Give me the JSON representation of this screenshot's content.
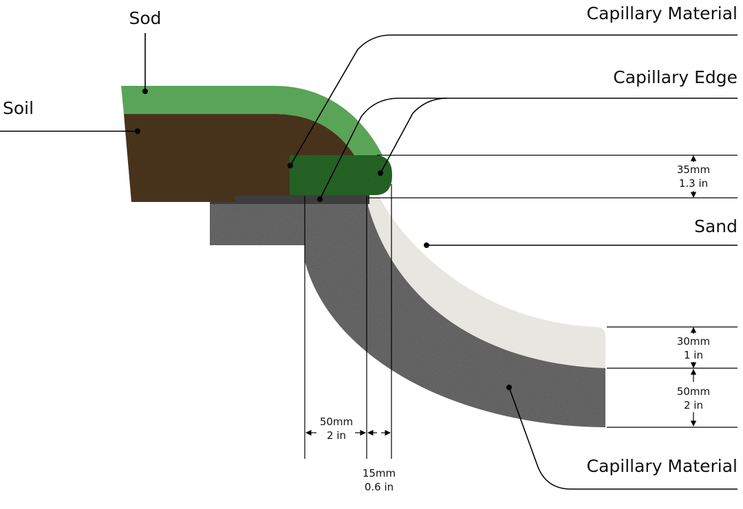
{
  "labels": {
    "sod": "Sod",
    "soil": "Soil",
    "capillary_material_top": "Capillary Material",
    "capillary_edge": "Capillary Edge",
    "sand": "Sand",
    "capillary_material_bottom": "Capillary Material"
  },
  "dimensions": {
    "edge_height": {
      "mm": "35mm",
      "in": "1.3 in"
    },
    "sand_depth": {
      "mm": "30mm",
      "in": "1 in"
    },
    "capillary_depth": {
      "mm": "50mm",
      "in": "2 in"
    },
    "capillary_width": {
      "mm": "50mm",
      "in": "2 in"
    },
    "edge_gap": {
      "mm": "15mm",
      "in": "0.6 in"
    }
  },
  "colors": {
    "sod": "#5aa457",
    "soil": "#47331b",
    "capillary_edge": "#2c6a2a",
    "capillary_material": "#6d6d6d",
    "capillary_top_strip": "#3d3d3d",
    "sand": "#e8e6e1"
  }
}
